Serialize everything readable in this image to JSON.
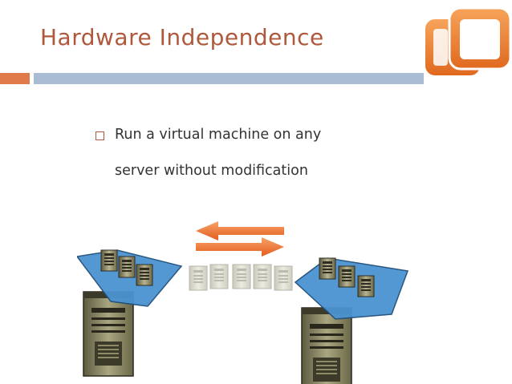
{
  "slide": {
    "title": "Hardware Independence",
    "bullet_line1": "Run a virtual machine on any",
    "bullet_line2": "server without modification"
  },
  "colors": {
    "title": "#b0583c",
    "accent_orange": "#e07a4a",
    "accent_blue": "#a9bcd4",
    "platform_blue": "#4b93d1"
  },
  "icons": {
    "logo": "vmware-logo-icon",
    "bullet": "square-bullet-icon",
    "left_arrow": "arrow-left-icon",
    "right_arrow": "arrow-right-icon"
  }
}
